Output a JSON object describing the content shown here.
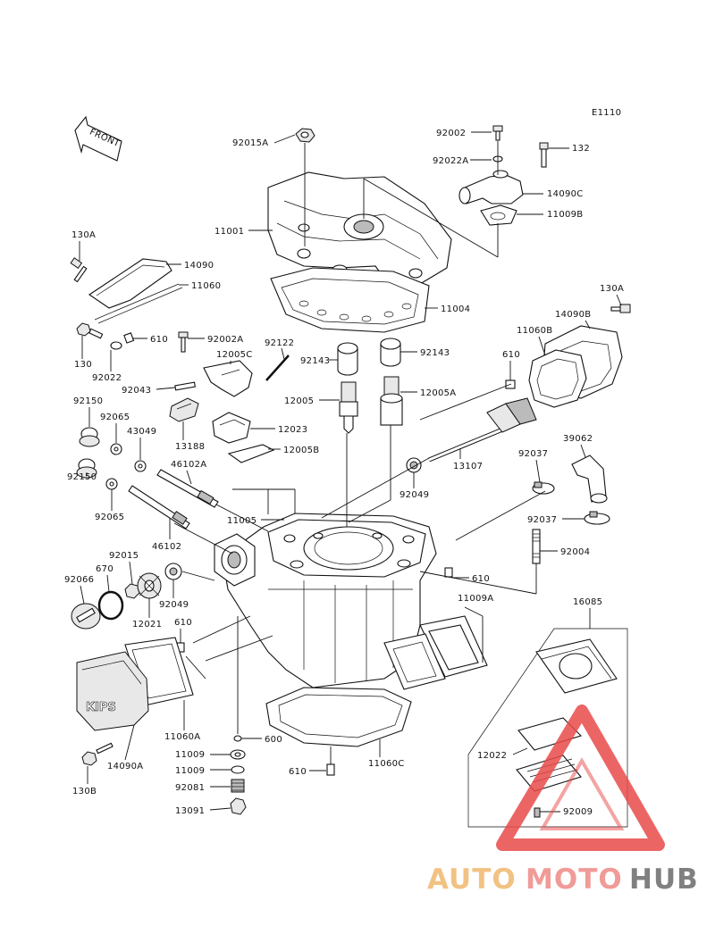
{
  "diagram": {
    "code": "E1110",
    "front_label": "FRONT",
    "parts": [
      {
        "id": "p92015A",
        "label": "92015A"
      },
      {
        "id": "p92002",
        "label": "92002"
      },
      {
        "id": "p92022A",
        "label": "92022A"
      },
      {
        "id": "p132",
        "label": "132"
      },
      {
        "id": "p14090C",
        "label": "14090C"
      },
      {
        "id": "p11009B",
        "label": "11009B"
      },
      {
        "id": "p11001",
        "label": "11001"
      },
      {
        "id": "p130A_l",
        "label": "130A"
      },
      {
        "id": "p14090",
        "label": "14090"
      },
      {
        "id": "p11060",
        "label": "11060"
      },
      {
        "id": "p11004",
        "label": "11004"
      },
      {
        "id": "p130A_r",
        "label": "130A"
      },
      {
        "id": "p14090B",
        "label": "14090B"
      },
      {
        "id": "p11060B",
        "label": "11060B"
      },
      {
        "id": "p610_a",
        "label": "610"
      },
      {
        "id": "p92002A",
        "label": "92002A"
      },
      {
        "id": "p92122",
        "label": "92122"
      },
      {
        "id": "p130",
        "label": "130"
      },
      {
        "id": "p92022",
        "label": "92022"
      },
      {
        "id": "p12005C",
        "label": "12005C"
      },
      {
        "id": "p92143_a",
        "label": "92143"
      },
      {
        "id": "p92143_b",
        "label": "92143"
      },
      {
        "id": "p610_b",
        "label": "610"
      },
      {
        "id": "p92043",
        "label": "92043"
      },
      {
        "id": "p12005",
        "label": "12005"
      },
      {
        "id": "p12005A",
        "label": "12005A"
      },
      {
        "id": "p92150_a",
        "label": "92150"
      },
      {
        "id": "p92065_a",
        "label": "92065"
      },
      {
        "id": "p12023",
        "label": "12023"
      },
      {
        "id": "p43049",
        "label": "43049"
      },
      {
        "id": "p13188",
        "label": "13188"
      },
      {
        "id": "p12005B",
        "label": "12005B"
      },
      {
        "id": "p39062",
        "label": "39062"
      },
      {
        "id": "p46102A",
        "label": "46102A"
      },
      {
        "id": "p13107",
        "label": "13107"
      },
      {
        "id": "p92037_a",
        "label": "92037"
      },
      {
        "id": "p92150_b",
        "label": "92150"
      },
      {
        "id": "p92049_a",
        "label": "92049"
      },
      {
        "id": "p92065_b",
        "label": "92065"
      },
      {
        "id": "p11005",
        "label": "11005"
      },
      {
        "id": "p92037_b",
        "label": "92037"
      },
      {
        "id": "p46102",
        "label": "46102"
      },
      {
        "id": "p92004",
        "label": "92004"
      },
      {
        "id": "p92015",
        "label": "92015"
      },
      {
        "id": "p670",
        "label": "670"
      },
      {
        "id": "p92066",
        "label": "92066"
      },
      {
        "id": "p610_c",
        "label": "610"
      },
      {
        "id": "p11009A",
        "label": "11009A"
      },
      {
        "id": "p92049_b",
        "label": "92049"
      },
      {
        "id": "p16085",
        "label": "16085"
      },
      {
        "id": "p12021",
        "label": "12021"
      },
      {
        "id": "p610_d",
        "label": "610"
      },
      {
        "id": "p11060A",
        "label": "11060A"
      },
      {
        "id": "p600",
        "label": "600"
      },
      {
        "id": "p11009_a",
        "label": "11009"
      },
      {
        "id": "p14090A",
        "label": "14090A"
      },
      {
        "id": "p12022",
        "label": "12022"
      },
      {
        "id": "p11009_b",
        "label": "11009"
      },
      {
        "id": "p610_e",
        "label": "610"
      },
      {
        "id": "p11060C",
        "label": "11060C"
      },
      {
        "id": "p130B",
        "label": "130B"
      },
      {
        "id": "p92081",
        "label": "92081"
      },
      {
        "id": "p13091",
        "label": "13091"
      },
      {
        "id": "p92009",
        "label": "92009"
      }
    ],
    "cover_lettering": "KIPS"
  },
  "watermark": {
    "part1": "AUTO",
    "part2": "MOTO",
    "part3": "HUB",
    "colors": {
      "auto": "#f0b86e",
      "moto": "#ee8a87",
      "hub": "#6b6b6b",
      "triangle": "#e94b4b"
    }
  }
}
